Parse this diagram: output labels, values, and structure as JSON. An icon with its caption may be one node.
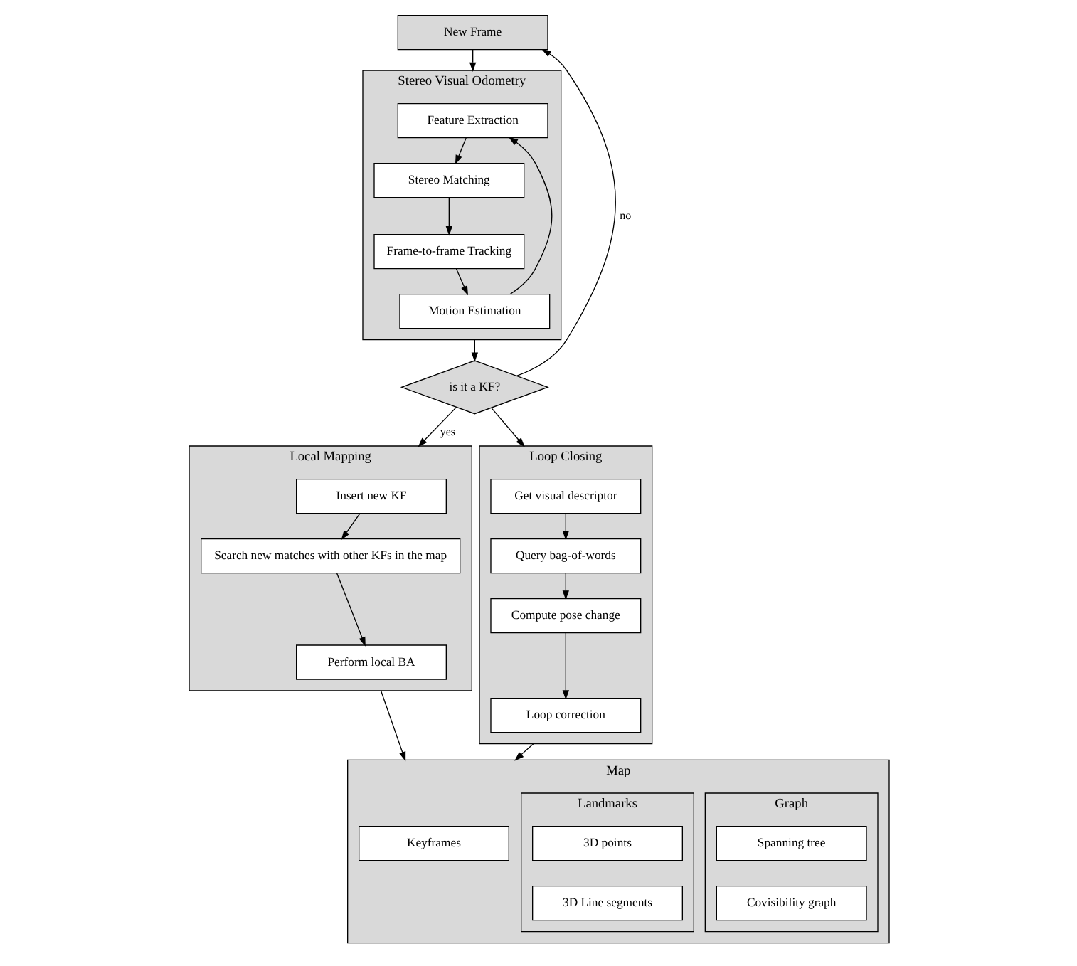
{
  "diagram": {
    "nodes": [
      {
        "text": [
          "New Frame"
        ]
      },
      {
        "text": [
          "Stereo Visual Odometry"
        ]
      },
      {
        "text": [
          "Feature Extraction"
        ],
        "in": 1
      },
      {
        "text": [
          "Stereo Matching"
        ],
        "in": 1
      },
      {
        "text": [
          "Frame-to-frame Tracking"
        ],
        "in": 1
      },
      {
        "text": [
          "Motion Estimation"
        ],
        "in": 1
      },
      {
        "text": [
          "is it a KF?"
        ]
      },
      {
        "text": [
          "Local Mapping"
        ]
      },
      {
        "text": [
          "Insert new KF"
        ],
        "in": 7
      },
      {
        "text": [
          "Search new matches with other KFs in the map"
        ],
        "in": 7
      },
      {
        "text": [
          "Perform local BA"
        ],
        "in": 7
      },
      {
        "text": [
          "Loop Closing"
        ]
      },
      {
        "text": [
          "Get visual descriptor"
        ],
        "in": 11
      },
      {
        "text": [
          "Query bag-of-words"
        ],
        "in": 11
      },
      {
        "text": [
          "Compute pose change"
        ],
        "in": 11
      },
      {
        "text": [
          "Loop correction"
        ],
        "in": 11
      },
      {
        "text": [
          "Map"
        ]
      },
      {
        "text": [
          "Graph"
        ],
        "in": 16
      },
      {
        "text": [
          "Spanning tree"
        ],
        "in": 17
      },
      {
        "text": [
          "Covisibility graph"
        ],
        "in": 17
      },
      {
        "text": [
          "Keyframes"
        ],
        "in": 16
      },
      {
        "text": [
          "Landmarks"
        ],
        "in": 16
      },
      {
        "text": [
          "3D points"
        ],
        "in": 21
      },
      {
        "text": [
          "3D Line segments"
        ],
        "in": 21
      }
    ],
    "edges": [
      {
        "from": 0,
        "to": 1,
        "arrow": "to"
      },
      {
        "from": 2,
        "to": 3,
        "arrow": "to"
      },
      {
        "from": 3,
        "to": 4,
        "arrow": "to"
      },
      {
        "from": 4,
        "to": 5,
        "arrow": "to"
      },
      {
        "from": 1,
        "to": 6,
        "arrow": "to"
      },
      {
        "from": 5,
        "to": 2,
        "arrow": "to"
      },
      {
        "from": 6,
        "to": 0,
        "label": "no",
        "arrow": "to"
      },
      {
        "from": 6,
        "to": 7,
        "label": "yes",
        "arrow": "to"
      },
      {
        "from": 6,
        "to": 11,
        "arrow": "to"
      },
      {
        "from": 8,
        "to": 9,
        "arrow": "to"
      },
      {
        "from": 9,
        "to": 10,
        "arrow": "to"
      },
      {
        "from": 12,
        "to": 13,
        "arrow": "to"
      },
      {
        "from": 13,
        "to": 14,
        "arrow": "to"
      },
      {
        "from": 14,
        "to": 15,
        "arrow": "to"
      },
      {
        "from": 7,
        "to": 16,
        "arrow": "to"
      },
      {
        "from": 11,
        "to": 16,
        "arrow": "to"
      }
    ]
  }
}
